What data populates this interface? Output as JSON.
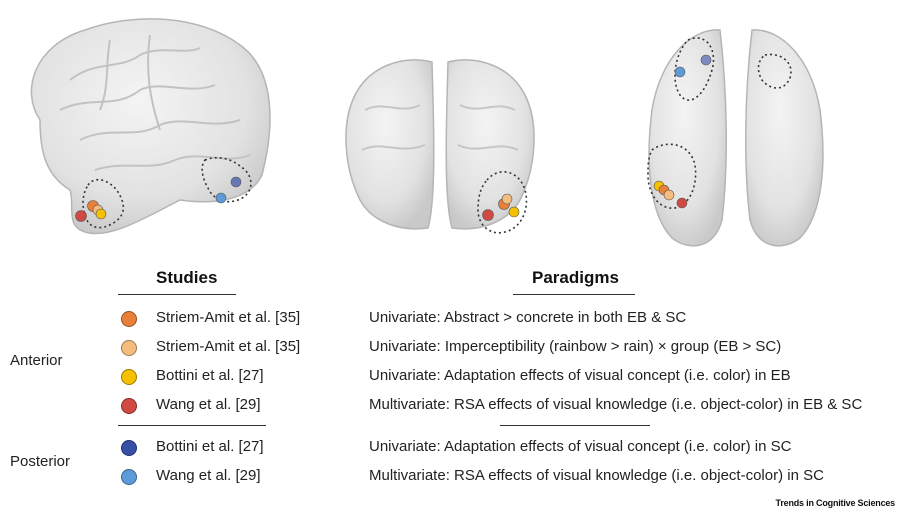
{
  "headers": {
    "studies": "Studies",
    "paradigms": "Paradigms"
  },
  "groups": [
    {
      "label": "Anterior",
      "rows": [
        {
          "color": "#E8803A",
          "study": "Striem-Amit et al. [35]",
          "paradigm": "Univariate: Abstract > concrete in both EB & SC"
        },
        {
          "color": "#F4BC7E",
          "study": "Striem-Amit et al. [35]",
          "paradigm": "Univariate: Imperceptibility (rainbow > rain) × group (EB > SC)"
        },
        {
          "color": "#F5C000",
          "study": "Bottini et al. [27]",
          "paradigm": "Univariate: Adaptation effects of visual concept (i.e. color) in EB"
        },
        {
          "color": "#D04A43",
          "study": "Wang et al. [29]",
          "paradigm": "Multivariate: RSA effects of visual knowledge (i.e. object-color) in EB & SC"
        }
      ]
    },
    {
      "label": "Posterior",
      "rows": [
        {
          "color": "#3550A6",
          "study": "Bottini et al. [27]",
          "paradigm": "Univariate: Adaptation effects of visual concept (i.e. color) in SC"
        },
        {
          "color": "#5C9BD8",
          "study": "Wang et al. [29]",
          "paradigm": "Multivariate: RSA effects of visual knowledge (i.e. object-color) in SC"
        }
      ]
    }
  ],
  "credit": "Trends in Cognitive Sciences"
}
